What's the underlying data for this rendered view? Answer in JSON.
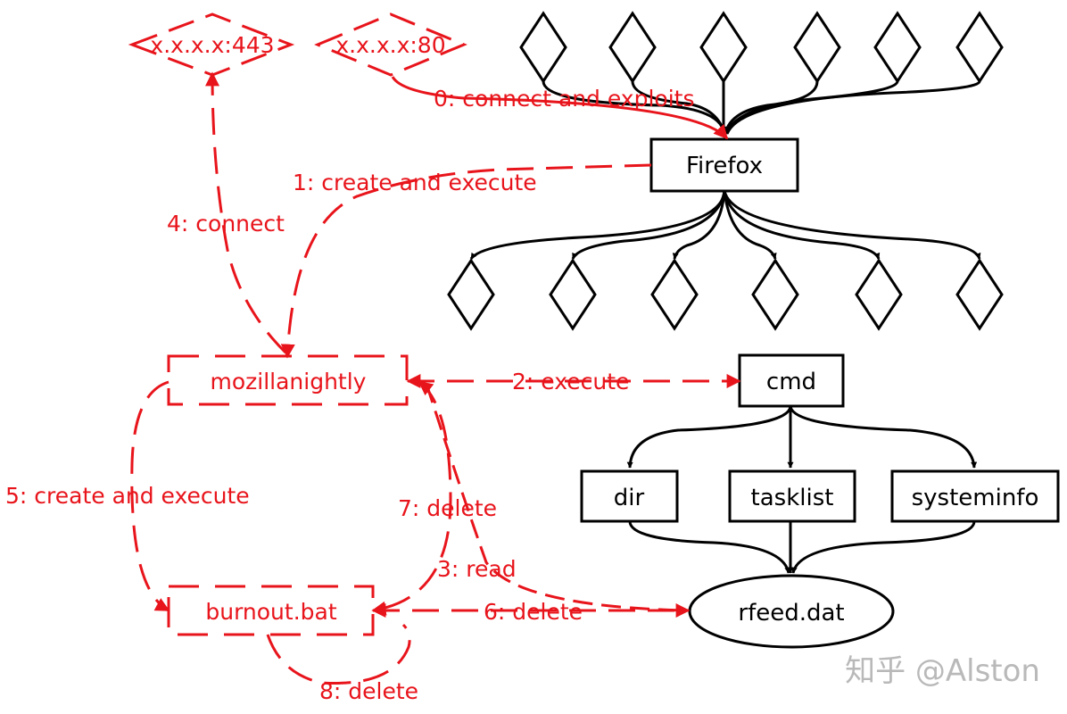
{
  "colors": {
    "attack": "#e8141b",
    "normal": "#000000",
    "watermark": "#b9b9b9",
    "background": "#ffffff"
  },
  "nodes": {
    "ip443": "x.x.x.x:443",
    "ip80": "x.x.x.x:80",
    "firefox": "Firefox",
    "mozillanightly": "mozillanightly",
    "cmd": "cmd",
    "dir": "dir",
    "tasklist": "tasklist",
    "systeminfo": "systeminfo",
    "burnout": "burnout.bat",
    "rfeed": "rfeed.dat"
  },
  "edges": {
    "e0": "0: connect and exploits",
    "e1": "1: create and execute",
    "e2": "2:  execute",
    "e3": "3:  read",
    "e4": "4: connect",
    "e5": "5: create and execute",
    "e6": "6: delete",
    "e7": "7: delete",
    "e8": "8: delete"
  },
  "watermark": "知乎 @Alston"
}
